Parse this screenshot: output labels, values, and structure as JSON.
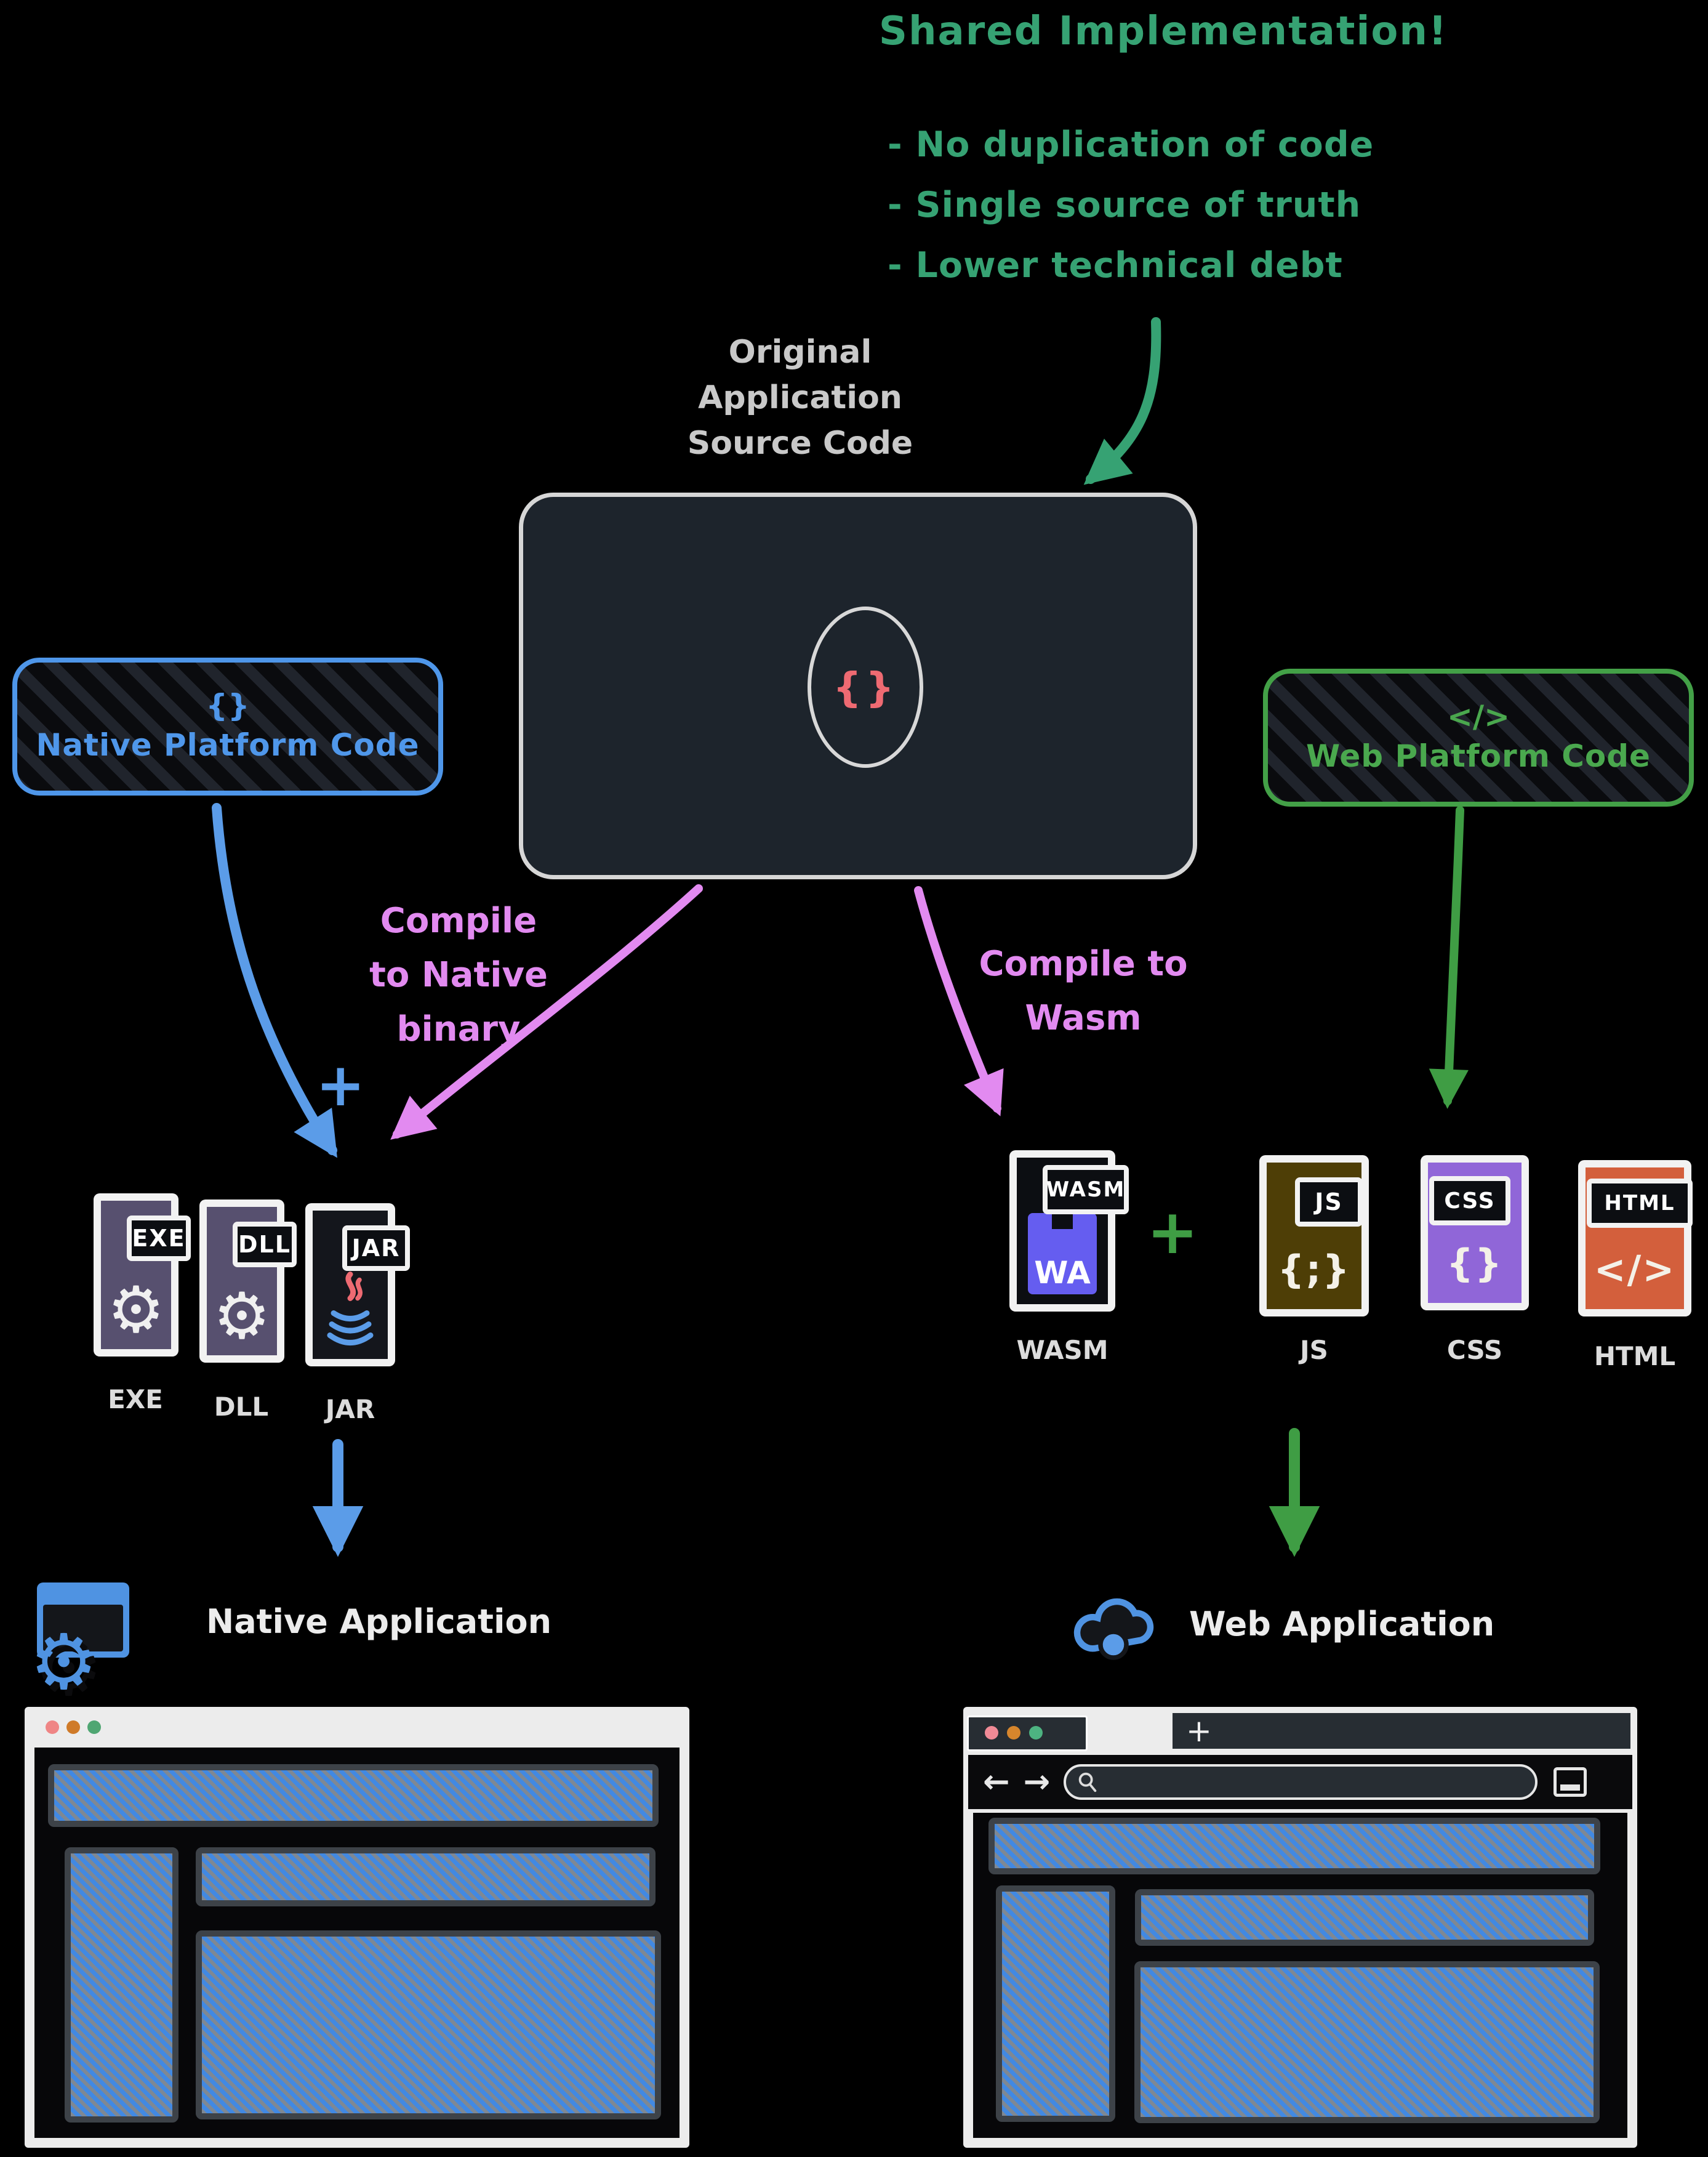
{
  "colors": {
    "green_text": "#36a273",
    "green_badge": "#43a047",
    "blue": "#5b9ce8",
    "pink": "#e28af0",
    "red_braces": "#ee6a72",
    "box_fill": "#1d242c",
    "mock_hatch_blue": "#4289e2"
  },
  "notes": {
    "heading": "Shared Implementation!",
    "bullets": [
      "- No duplication of code",
      "- Single source of truth",
      "- Lower technical debt"
    ]
  },
  "source_label": {
    "line1": "Original",
    "line2": "Application",
    "line3": "Source Code"
  },
  "source_box": {
    "braces_icon": "{}"
  },
  "native_badge": {
    "icon": "{}",
    "label": "Native Platform Code"
  },
  "web_badge": {
    "icon": "</>",
    "label": "Web Platform Code"
  },
  "edges": {
    "compile_native_1": "Compile",
    "compile_native_2": "to Native",
    "compile_native_3": "binary",
    "compile_wasm_1": "Compile to",
    "compile_wasm_2": "Wasm",
    "plus_native": "+",
    "plus_web": "+"
  },
  "native_files": [
    {
      "tag": "EXE",
      "caption": "EXE",
      "glyph": "⚙"
    },
    {
      "tag": "DLL",
      "caption": "DLL",
      "glyph": "⚙"
    },
    {
      "tag": "JAR",
      "caption": "JAR"
    }
  ],
  "web_files": [
    {
      "tag": "WASM",
      "caption": "WASM",
      "inner": "WA"
    },
    {
      "tag": "JS",
      "caption": "JS",
      "glyph": "{;}"
    },
    {
      "tag": "CSS",
      "caption": "CSS",
      "glyph": "{}"
    },
    {
      "tag": "HTML",
      "caption": "HTML",
      "glyph": "</>"
    }
  ],
  "apps": {
    "native": "Native Application",
    "web": "Web Application"
  },
  "browser": {
    "newtab": "+",
    "back": "←",
    "forward": "→"
  }
}
